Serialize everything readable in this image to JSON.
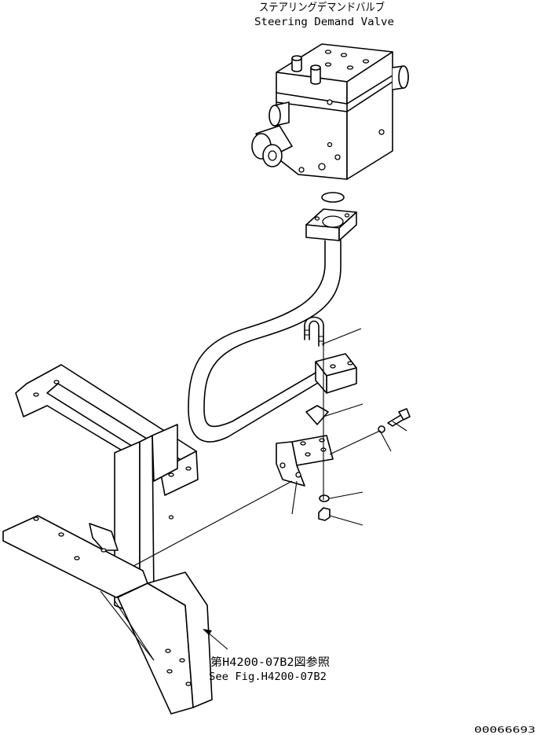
{
  "labels": {
    "valve_jp": "ステアリングデマンドバルブ",
    "valve_en": "Steering Demand Valve",
    "ref_jp": "第H4200-07B2図参照",
    "ref_en": "See Fig.H4200-07B2",
    "drawing_number": "00066693"
  },
  "parts": [
    "steering-demand-valve",
    "o-ring",
    "pipe-flange",
    "steering-pipe",
    "u-bolt",
    "split-flange",
    "clamp-plate",
    "bolt",
    "washer-1",
    "bracket",
    "washer-2",
    "nut",
    "frame-support",
    "base-bracket"
  ]
}
